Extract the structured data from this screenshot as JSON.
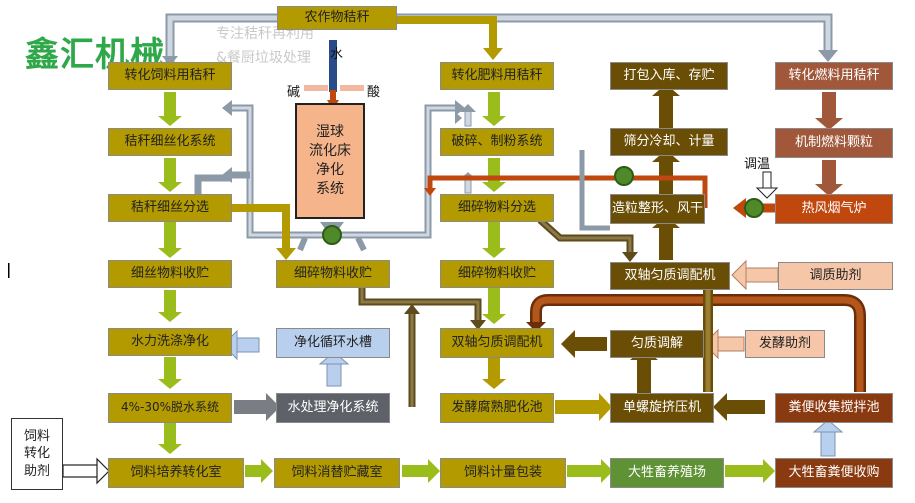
{
  "brand": {
    "logo": "鑫汇机械",
    "slogan1": "专注秸秆再利用",
    "slogan2": "&餐厨垃圾处理"
  },
  "tower": {
    "line1": "湿球",
    "line2": "流化床",
    "line3": "净化",
    "line4": "系统"
  },
  "tower_labels": {
    "water": "水",
    "alkali": "碱",
    "acid": "酸"
  },
  "side_label": {
    "tempering": "调温"
  },
  "input_box": {
    "line1": "饲料",
    "line2": "转化",
    "line3": "助剂"
  },
  "nodes": {
    "crop_straw": "农作物秸秆",
    "feed_straw": "转化饲料用秸秆",
    "fertilizer_straw": "转化肥料用秸秆",
    "pack_storage": "打包入库、存贮",
    "fuel_straw": "转化燃料用秸秆",
    "straw_shredding": "秸秆细丝化系统",
    "crush_mill": "破碎、制粉系统",
    "screen_cool": "筛分冷却、计量",
    "fuel_pellet": "机制燃料颗粒",
    "straw_sorting": "秸秆细丝分选",
    "fine_sorting": "细碎物料分选",
    "granulate": "造粒整形、风干",
    "hot_air": "热风烟气炉",
    "fiber_collect": "细丝物料收贮",
    "fine_collect_a": "细碎物料收贮",
    "fine_collect_b": "细碎物料收贮",
    "twin_mixer_top": "双轴匀质调配机",
    "conditioner": "调质助剂",
    "hydro_wash": "水力洗涤净化",
    "circ_tank": "净化循环水槽",
    "twin_mixer_mid": "双轴匀质调配机",
    "homogenize": "匀质调解",
    "ferment_agent": "发酵助剂",
    "dewater": "4%-30%脱水系统",
    "water_treat": "水处理净化系统",
    "ferment_pool": "发酵腐熟肥化池",
    "screw_press": "单螺旋挤压机",
    "manure_pool": "粪便收集搅拌池",
    "feed_culture": "饲料培养转化室",
    "feed_digest": "饲料消替贮藏室",
    "feed_pack": "饲料计量包装",
    "livestock": "大牲畜养殖场",
    "manure_recycle": "大牲畜粪便收购"
  },
  "colors": {
    "olive": "#b39a00",
    "lime": "#9abd1c",
    "dark_brown": "#6a4e06",
    "rust": "#c0470e",
    "steel_gray": "#5e6167",
    "light_blue": "#b9cfee",
    "peach": "#f6c6a8",
    "farm_green": "#5f9235",
    "brand_green": "#2fa84a"
  }
}
